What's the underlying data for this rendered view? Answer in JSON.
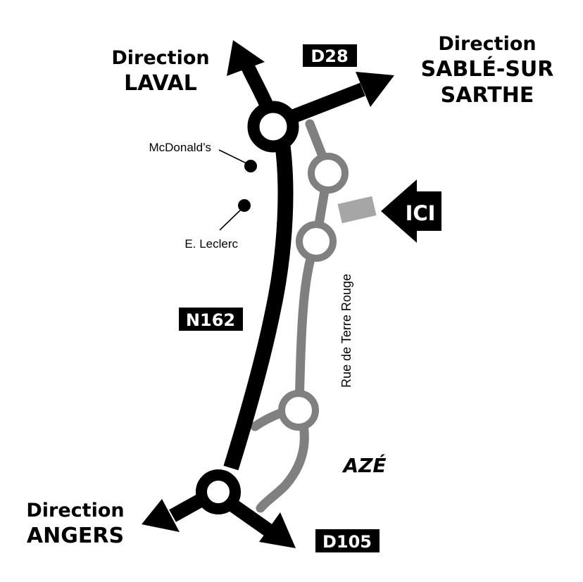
{
  "directions": {
    "laval": {
      "line1": "Direction",
      "line2": "LAVAL"
    },
    "sable": {
      "line1": "Direction",
      "line2": "SABLÉ-SUR",
      "line3": "SARTHE"
    },
    "angers": {
      "line1": "Direction",
      "line2": "ANGERS"
    }
  },
  "roads": {
    "d28": "D28",
    "n162": "N162",
    "d105": "D105",
    "rue": "Rue de Terre Rouge"
  },
  "places": {
    "mcdonalds": "McDonald’s",
    "leclerc": "E. Leclerc",
    "aze": "AZÉ"
  },
  "marker": {
    "label": "ICI"
  },
  "colors": {
    "main_road": "#000000",
    "local_road": "#808080",
    "destination": "#a6a6a6",
    "background": "#ffffff"
  }
}
